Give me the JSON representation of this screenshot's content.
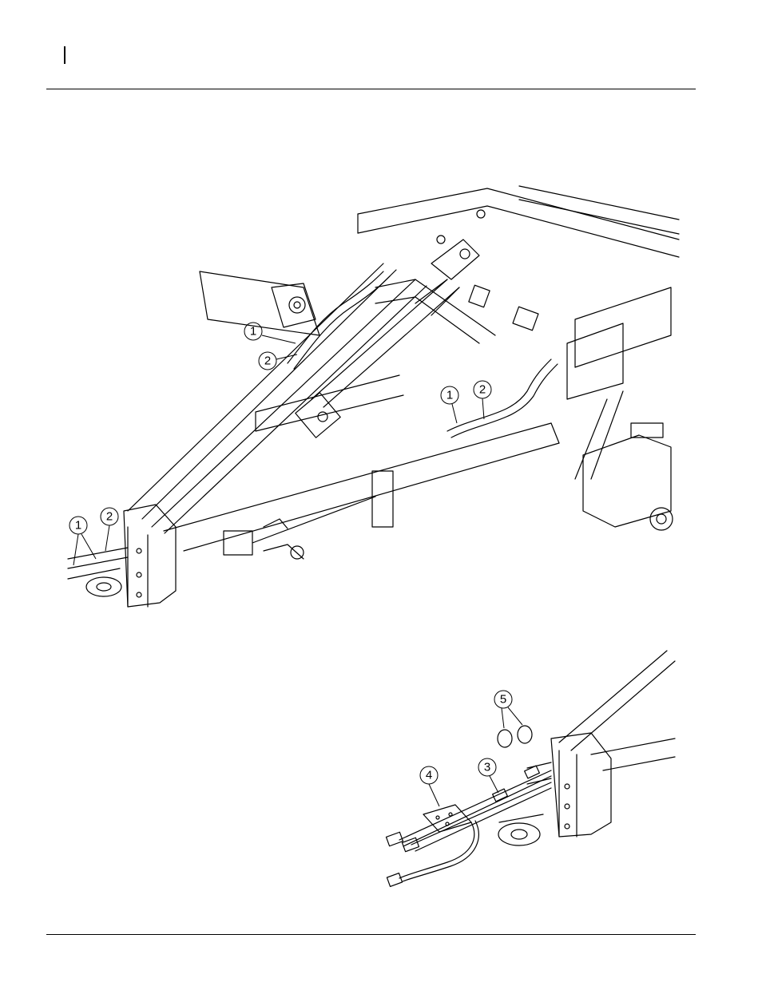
{
  "figure_top": {
    "callouts": [
      "1",
      "2",
      "1",
      "2",
      "1",
      "2"
    ]
  },
  "figure_bottom": {
    "callouts": [
      "5",
      "4",
      "3"
    ]
  },
  "colors": {
    "ink": "#000000",
    "paper": "#ffffff"
  }
}
